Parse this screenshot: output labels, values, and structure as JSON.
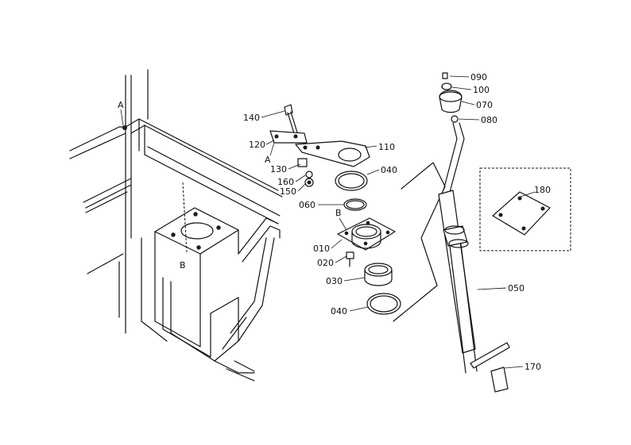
{
  "callouts": [
    {
      "id": "090",
      "label": "090"
    },
    {
      "id": "100",
      "label": "100"
    },
    {
      "id": "070",
      "label": "070"
    },
    {
      "id": "080",
      "label": "080"
    },
    {
      "id": "140",
      "label": "140"
    },
    {
      "id": "110",
      "label": "110"
    },
    {
      "id": "120",
      "label": "120"
    },
    {
      "id": "040a",
      "label": "040"
    },
    {
      "id": "130",
      "label": "130"
    },
    {
      "id": "160",
      "label": "160"
    },
    {
      "id": "150",
      "label": "150"
    },
    {
      "id": "060",
      "label": "060"
    },
    {
      "id": "010",
      "label": "010"
    },
    {
      "id": "020",
      "label": "020"
    },
    {
      "id": "030",
      "label": "030"
    },
    {
      "id": "040b",
      "label": "040"
    },
    {
      "id": "050",
      "label": "050"
    },
    {
      "id": "170",
      "label": "170"
    },
    {
      "id": "180",
      "label": "180"
    }
  ],
  "reference_marks": {
    "a_frame": "A",
    "a_bracket": "A",
    "b_bracket": "B",
    "b_frame": "B"
  }
}
